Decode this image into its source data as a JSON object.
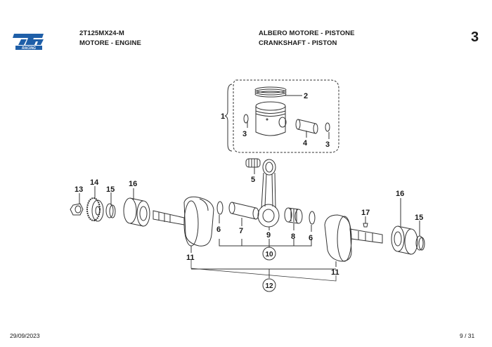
{
  "brand": {
    "logo_text": "tm",
    "tagline": "RACING",
    "color": "#1f5fa8"
  },
  "header": {
    "model_code": "2T125MX24-M",
    "group_it_en": "MOTORE - ENGINE",
    "title_it": "ALBERO MOTORE - PISTONE",
    "title_en": "CRANKSHAFT - PISTON",
    "page_group": "3"
  },
  "callouts": {
    "c1": "1",
    "c2": "2",
    "c3a": "3",
    "c3b": "3",
    "c4": "4",
    "c5": "5",
    "c6a": "6",
    "c6b": "6",
    "c7": "7",
    "c8": "8",
    "c9": "9",
    "c10": "10",
    "c11a": "11",
    "c11b": "11",
    "c12": "12",
    "c13": "13",
    "c14": "14",
    "c15a": "15",
    "c15b": "15",
    "c16a": "16",
    "c16b": "16",
    "c17": "17"
  },
  "footer": {
    "date": "29/09/2023",
    "page": "9 / 31"
  }
}
